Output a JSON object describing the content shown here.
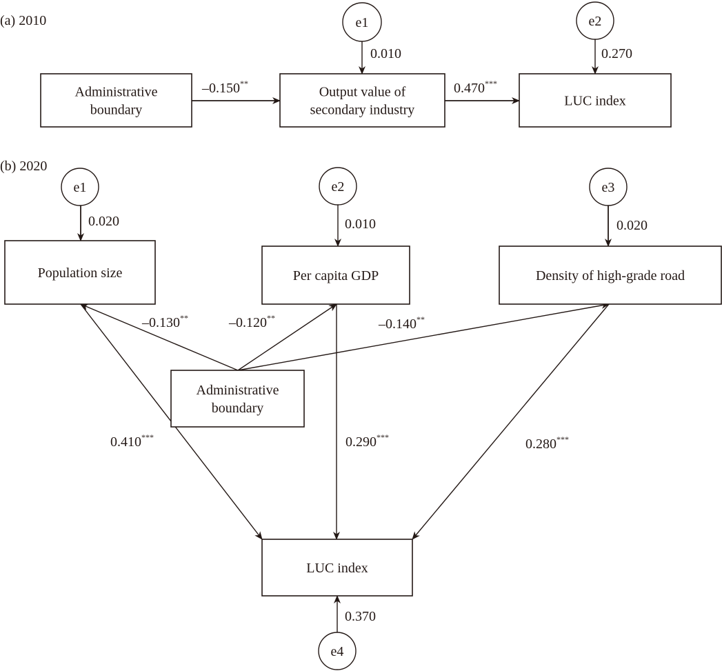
{
  "panels": [
    {
      "id": "a",
      "label": "(a) 2010",
      "nodes": {
        "admin": {
          "type": "observed",
          "lines": [
            "Administrative",
            "boundary"
          ]
        },
        "output": {
          "type": "observed",
          "lines": [
            "Output value of",
            "secondary industry"
          ]
        },
        "luc": {
          "type": "observed",
          "lines": [
            "LUC index"
          ]
        },
        "e1": {
          "type": "error",
          "lines": [
            "e1"
          ]
        },
        "e2": {
          "type": "error",
          "lines": [
            "e2"
          ]
        }
      },
      "edges": [
        {
          "from": "admin",
          "to": "output",
          "coef": "–0.150",
          "sig": "**"
        },
        {
          "from": "output",
          "to": "luc",
          "coef": "0.470",
          "sig": "***"
        },
        {
          "from": "e1",
          "to": "output",
          "coef": "0.010",
          "sig": ""
        },
        {
          "from": "e2",
          "to": "luc",
          "coef": "0.270",
          "sig": ""
        }
      ]
    },
    {
      "id": "b",
      "label": "(b) 2020",
      "nodes": {
        "pop": {
          "type": "observed",
          "lines": [
            "Population size"
          ]
        },
        "gdp": {
          "type": "observed",
          "lines": [
            "Per capita GDP"
          ]
        },
        "road": {
          "type": "observed",
          "lines": [
            "Density of high-grade road"
          ]
        },
        "admin": {
          "type": "observed",
          "lines": [
            "Administrative",
            "boundary"
          ]
        },
        "luc": {
          "type": "observed",
          "lines": [
            "LUC index"
          ]
        },
        "e1": {
          "type": "error",
          "lines": [
            "e1"
          ]
        },
        "e2": {
          "type": "error",
          "lines": [
            "e2"
          ]
        },
        "e3": {
          "type": "error",
          "lines": [
            "e3"
          ]
        },
        "e4": {
          "type": "error",
          "lines": [
            "e4"
          ]
        }
      },
      "edges": [
        {
          "from": "admin",
          "to": "pop",
          "coef": "–0.130",
          "sig": "**"
        },
        {
          "from": "admin",
          "to": "gdp",
          "coef": "–0.120",
          "sig": "**"
        },
        {
          "from": "admin",
          "to": "road",
          "coef": "–0.140",
          "sig": "**"
        },
        {
          "from": "pop",
          "to": "luc",
          "coef": "0.410",
          "sig": "***"
        },
        {
          "from": "gdp",
          "to": "luc",
          "coef": "0.290",
          "sig": "***"
        },
        {
          "from": "road",
          "to": "luc",
          "coef": "0.280",
          "sig": "***"
        },
        {
          "from": "e1",
          "to": "pop",
          "coef": "0.020",
          "sig": ""
        },
        {
          "from": "e2",
          "to": "gdp",
          "coef": "0.010",
          "sig": ""
        },
        {
          "from": "e3",
          "to": "road",
          "coef": "0.020",
          "sig": ""
        },
        {
          "from": "e4",
          "to": "luc",
          "coef": "0.370",
          "sig": ""
        }
      ]
    }
  ]
}
